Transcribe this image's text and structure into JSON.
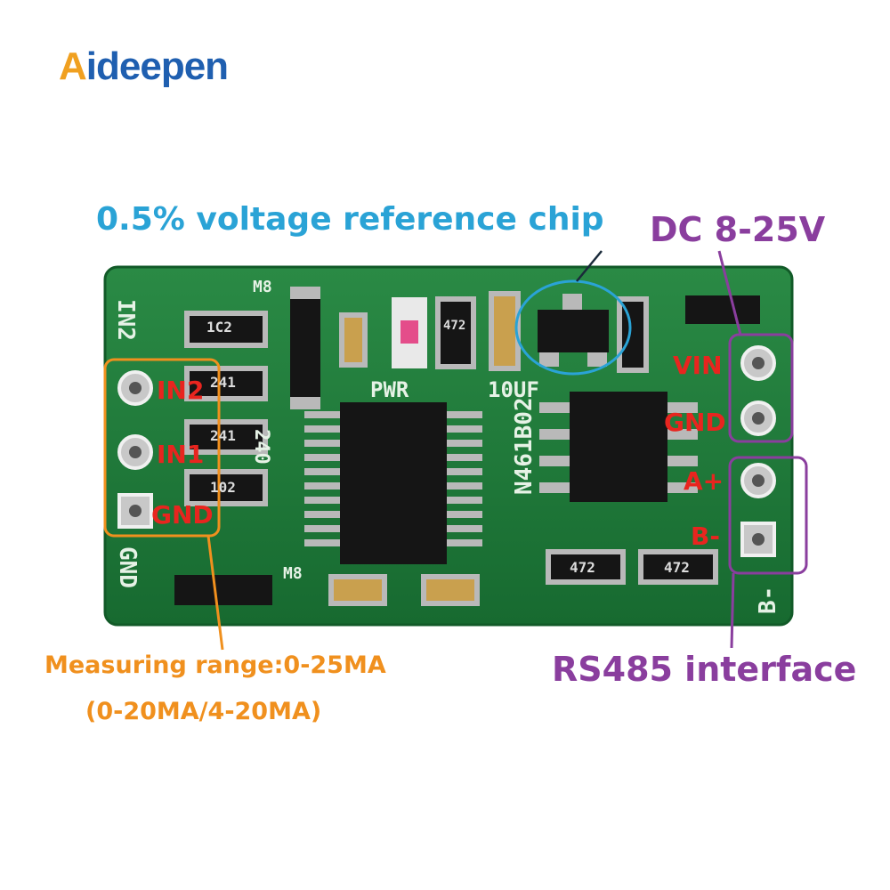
{
  "brand": {
    "logo_text_a": "A",
    "logo_text_rest": "ideepen",
    "accent_color": "#f0a020",
    "brand_color": "#1f5fb0"
  },
  "callouts": {
    "reference_chip": "0.5% voltage reference chip",
    "dc_supply": "DC 8-25V",
    "measuring_range": "Measuring range:0-25MA",
    "range_modes": "(0-20MA/4-20MA)",
    "rs485": "RS485 interface"
  },
  "pin_labels": {
    "in2": "IN2",
    "in1": "IN1",
    "gnd_left": "GND",
    "vin": "VIN",
    "gnd_right": "GND",
    "a_plus": "A+",
    "b_minus": "B-"
  },
  "silkscreen": {
    "pwr": "PWR",
    "cap": "10UF",
    "chip": "N461B02",
    "r240": "240",
    "in2_edge": "IN2",
    "gnd_edge": "GND",
    "b_edge": "B-",
    "r_1c2": "1C2",
    "r_241a": "241",
    "r_241b": "241",
    "r_102": "102",
    "r_472a": "472",
    "r_472b": "472",
    "r_472c": "472",
    "m8a": "M8",
    "m8b": "M8"
  },
  "colors": {
    "board": "#1f7a3a",
    "callout_blue": "#2aa3d6",
    "callout_purple": "#8a3e9e",
    "callout_orange": "#f0901e",
    "pin_red": "#e8251f"
  }
}
